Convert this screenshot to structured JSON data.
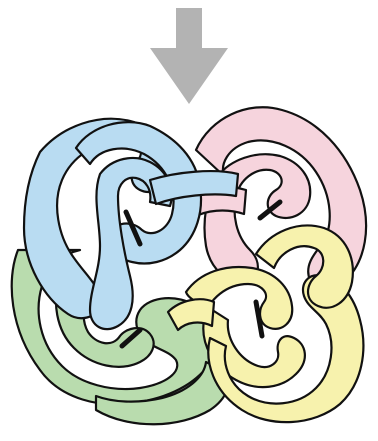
{
  "colors": {
    "arrow": "#b3b3b3",
    "subunit_blue": "#b9dcf2",
    "subunit_pink": "#f6d4dd",
    "subunit_green": "#b9dcae",
    "subunit_yellow": "#f7f2ad",
    "outline": "#111111",
    "axis_marker": "#111111",
    "background": "#ffffff"
  },
  "diagram": {
    "view_arrow_icon": "down-arrow-icon",
    "subunits": [
      {
        "id": "blue",
        "color_key": "subunit_blue"
      },
      {
        "id": "pink",
        "color_key": "subunit_pink"
      },
      {
        "id": "green",
        "color_key": "subunit_green"
      },
      {
        "id": "yellow",
        "color_key": "subunit_yellow"
      }
    ]
  }
}
